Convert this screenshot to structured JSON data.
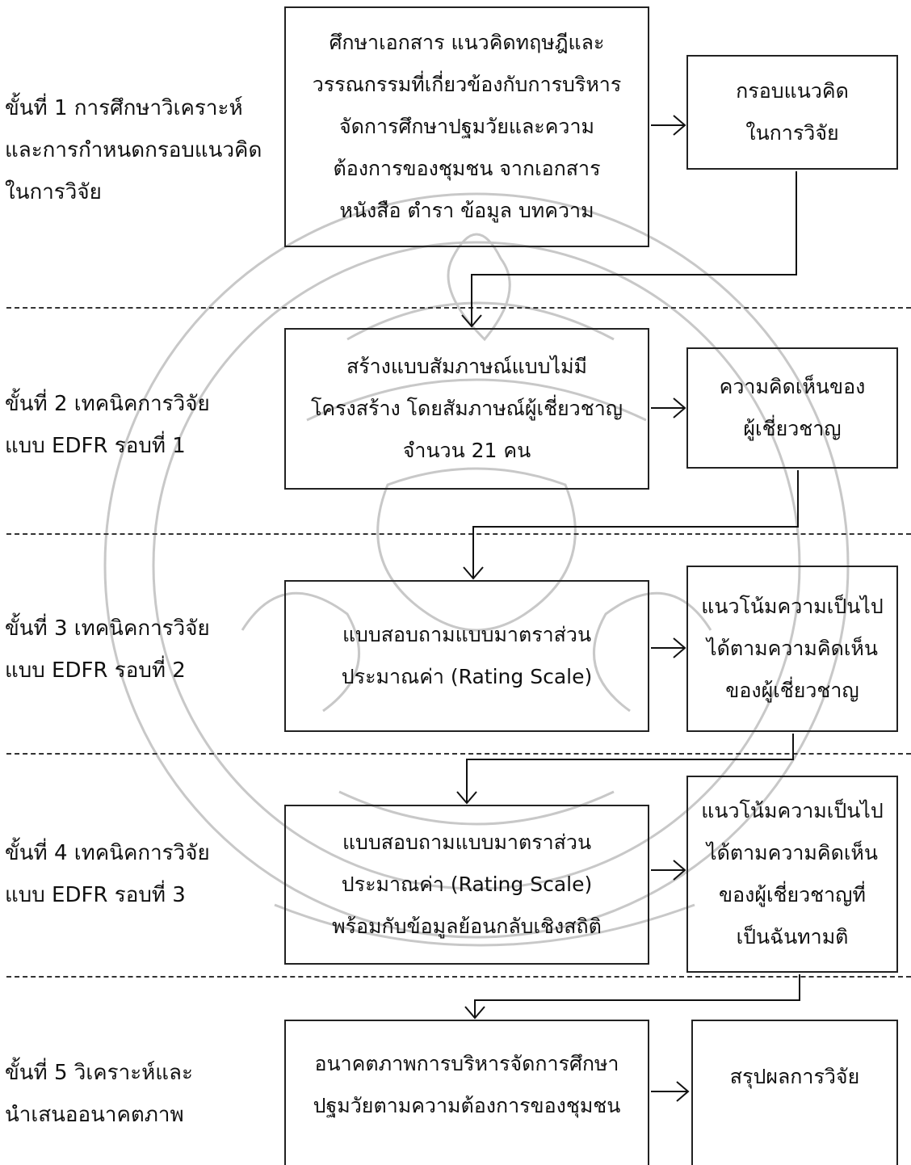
{
  "steps": [
    {
      "label": "ขั้นที่ 1 การศึกษาวิเคราะห์\nและการกำหนดกรอบแนวคิด\nในการวิจัย",
      "main": "ศึกษาเอกสาร แนวคิดทฤษฎีและ\nวรรณกรรมที่เกี่ยวข้องกับการบริหาร\nจัดการศึกษาปฐมวัยและความ\nต้องการของชุมชน จากเอกสาร\nหนังสือ ตำรา ข้อมูล บทความ",
      "output": "กรอบแนวคิด\nในการวิจัย"
    },
    {
      "label": "ขั้นที่ 2 เทคนิคการวิจัย\nแบบ EDFR รอบที่ 1",
      "main": "สร้างแบบสัมภาษณ์แบบไม่มี\nโครงสร้าง โดยสัมภาษณ์ผู้เชี่ยวชาญ\nจำนวน 21 คน",
      "output": "ความคิดเห็นของ\nผู้เชี่ยวชาญ"
    },
    {
      "label": "ขั้นที่ 3 เทคนิคการวิจัย\nแบบ EDFR รอบที่ 2",
      "main": "แบบสอบถามแบบมาตราส่วน\nประมาณค่า (Rating Scale)",
      "output": "แนวโน้มความเป็นไป\nได้ตามความคิดเห็น\nของผู้เชี่ยวชาญ"
    },
    {
      "label": "ขั้นที่ 4 เทคนิคการวิจัย\nแบบ EDFR รอบที่ 3",
      "main": "แบบสอบถามแบบมาตราส่วน\nประมาณค่า (Rating Scale)\nพร้อมกับข้อมูลย้อนกลับเชิงสถิติ",
      "output": "แนวโน้มความเป็นไป\nได้ตามความคิดเห็น\nของผู้เชี่ยวชาญที่\nเป็นฉันทามติ"
    },
    {
      "label": "ขั้นที่ 5 วิเคราะห์และ\nนำเสนออนาคตภาพ",
      "main": "อนาคตภาพการบริหารจัดการศึกษา\nปฐมวัยตามความต้องการของชุมชน",
      "output": "สรุปผลการวิจัย"
    }
  ]
}
